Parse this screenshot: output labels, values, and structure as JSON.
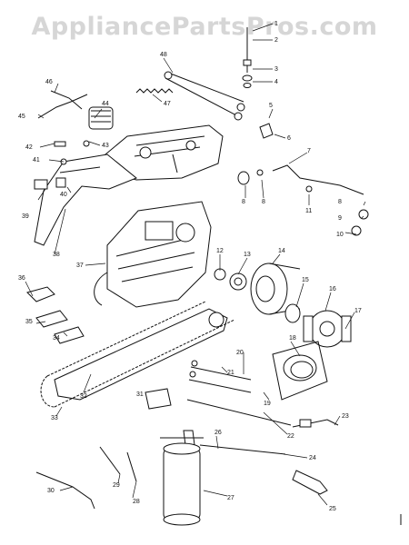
{
  "watermark": "AppliancePartsPros.com",
  "callouts": {
    "c1": "1",
    "c2": "2",
    "c3": "3",
    "c4": "4",
    "c5": "5",
    "c6": "6",
    "c7": "7",
    "c8": "8",
    "c9": "9",
    "c10": "10",
    "c11": "11",
    "c12": "12",
    "c13": "13",
    "c14": "14",
    "c15": "15",
    "c16": "16",
    "c17": "17",
    "c18": "18",
    "c19": "19",
    "c20": "20",
    "c21": "21",
    "c22": "22",
    "c23": "23",
    "c24": "24",
    "c25": "25",
    "c26": "26",
    "c27": "27",
    "c28": "28",
    "c29": "29",
    "c30": "30",
    "c31": "31",
    "c32": "32",
    "c33": "33",
    "c34": "34",
    "c35": "35",
    "c36": "36",
    "c37": "37",
    "c38": "38",
    "c39": "39",
    "c40": "40",
    "c41": "41",
    "c42": "42",
    "c43": "43",
    "c44": "44",
    "c45": "45",
    "c46": "46",
    "c47": "47",
    "c48": "48"
  },
  "colors": {
    "ink": "#111111",
    "watermark": "#d6d6d6",
    "background": "#ffffff"
  }
}
